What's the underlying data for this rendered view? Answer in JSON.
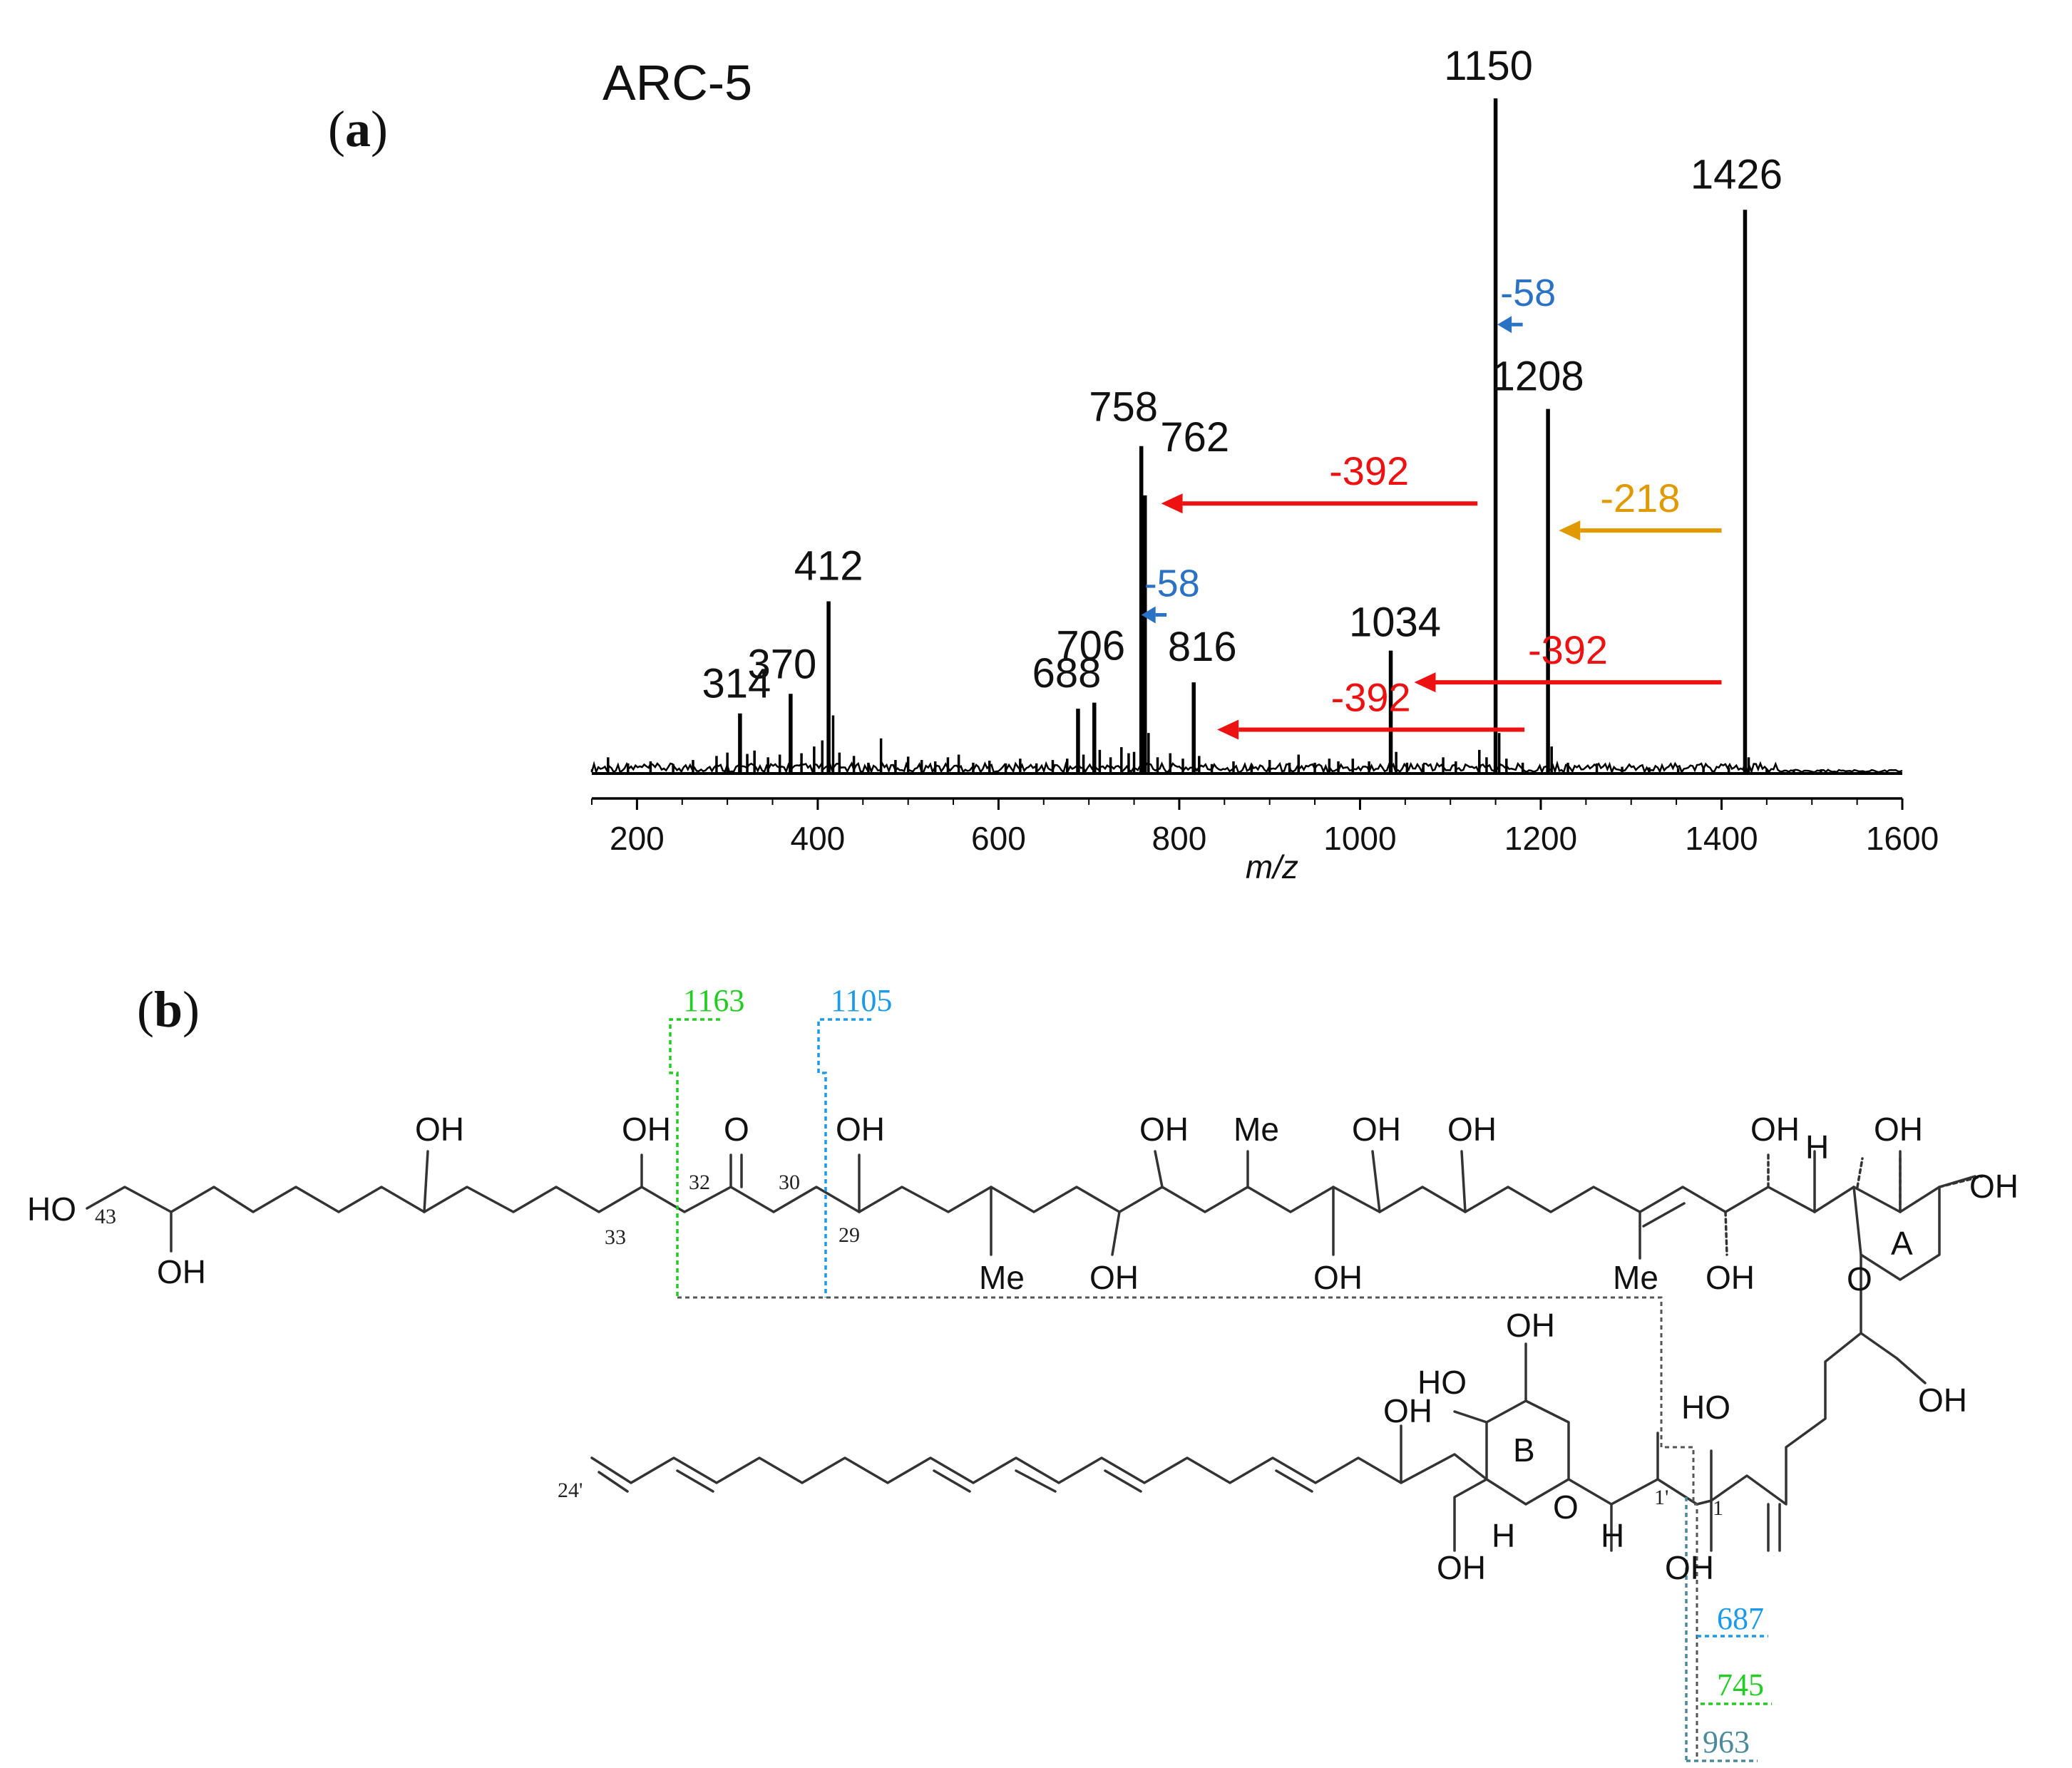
{
  "panel_a": {
    "label_open": "(",
    "label_letter": "a",
    "label_close": ")",
    "sample": "ARC-5"
  },
  "panel_b": {
    "label_open": "(",
    "label_letter": "b",
    "label_close": ")"
  },
  "chart_data": {
    "type": "bar",
    "xlabel": "m/z",
    "xlim": [
      150,
      1600
    ],
    "ylim": [
      0,
      100
    ],
    "xticks": [
      200,
      400,
      600,
      800,
      1000,
      1200,
      1400,
      1600
    ],
    "grid": false,
    "legend": "none",
    "peaks": [
      {
        "x": 314,
        "y": 8.9,
        "label": "314"
      },
      {
        "x": 370,
        "y": 11.8,
        "label": "370"
      },
      {
        "x": 412,
        "y": 25.5,
        "label": "412"
      },
      {
        "x": 688,
        "y": 9.6,
        "label": "688"
      },
      {
        "x": 706,
        "y": 10.5,
        "label": "706"
      },
      {
        "x": 758,
        "y": 48.5,
        "label": "758"
      },
      {
        "x": 762,
        "y": 41.2,
        "label": "762"
      },
      {
        "x": 816,
        "y": 13.5,
        "label": "816"
      },
      {
        "x": 1034,
        "y": 18.2,
        "label": "1034"
      },
      {
        "x": 1150,
        "y": 100,
        "label": "1150"
      },
      {
        "x": 1208,
        "y": 54.0,
        "label": "1208"
      },
      {
        "x": 1426,
        "y": 83.5,
        "label": "1426"
      }
    ],
    "minor_peaks": [
      {
        "x": 168,
        "y": 2.4
      },
      {
        "x": 190,
        "y": 1.5
      },
      {
        "x": 215,
        "y": 1.8
      },
      {
        "x": 240,
        "y": 1.4
      },
      {
        "x": 262,
        "y": 2.0
      },
      {
        "x": 288,
        "y": 2.6
      },
      {
        "x": 300,
        "y": 3.1
      },
      {
        "x": 322,
        "y": 2.9
      },
      {
        "x": 330,
        "y": 3.4
      },
      {
        "x": 345,
        "y": 2.4
      },
      {
        "x": 358,
        "y": 2.8
      },
      {
        "x": 382,
        "y": 3.0
      },
      {
        "x": 396,
        "y": 4.0
      },
      {
        "x": 405,
        "y": 4.9
      },
      {
        "x": 417,
        "y": 8.6
      },
      {
        "x": 424,
        "y": 3.1
      },
      {
        "x": 440,
        "y": 2.6
      },
      {
        "x": 456,
        "y": 1.6
      },
      {
        "x": 470,
        "y": 5.2
      },
      {
        "x": 486,
        "y": 2.0
      },
      {
        "x": 500,
        "y": 2.5
      },
      {
        "x": 515,
        "y": 2.0
      },
      {
        "x": 530,
        "y": 1.8
      },
      {
        "x": 544,
        "y": 2.4
      },
      {
        "x": 556,
        "y": 2.8
      },
      {
        "x": 572,
        "y": 1.6
      },
      {
        "x": 590,
        "y": 1.9
      },
      {
        "x": 608,
        "y": 1.5
      },
      {
        "x": 624,
        "y": 2.2
      },
      {
        "x": 642,
        "y": 1.5
      },
      {
        "x": 660,
        "y": 2.0
      },
      {
        "x": 676,
        "y": 2.2
      },
      {
        "x": 694,
        "y": 2.8
      },
      {
        "x": 712,
        "y": 3.5
      },
      {
        "x": 724,
        "y": 2.4
      },
      {
        "x": 736,
        "y": 3.9
      },
      {
        "x": 744,
        "y": 3.0
      },
      {
        "x": 750,
        "y": 3.2
      },
      {
        "x": 766,
        "y": 6.0
      },
      {
        "x": 776,
        "y": 2.4
      },
      {
        "x": 790,
        "y": 3.0
      },
      {
        "x": 804,
        "y": 2.2
      },
      {
        "x": 822,
        "y": 2.6
      },
      {
        "x": 836,
        "y": 1.4
      },
      {
        "x": 860,
        "y": 1.8
      },
      {
        "x": 880,
        "y": 1.4
      },
      {
        "x": 900,
        "y": 2.0
      },
      {
        "x": 922,
        "y": 1.6
      },
      {
        "x": 932,
        "y": 2.8
      },
      {
        "x": 950,
        "y": 1.6
      },
      {
        "x": 966,
        "y": 2.2
      },
      {
        "x": 976,
        "y": 1.8
      },
      {
        "x": 992,
        "y": 2.2
      },
      {
        "x": 1010,
        "y": 1.8
      },
      {
        "x": 1040,
        "y": 3.2
      },
      {
        "x": 1052,
        "y": 1.6
      },
      {
        "x": 1070,
        "y": 1.4
      },
      {
        "x": 1092,
        "y": 2.4
      },
      {
        "x": 1106,
        "y": 1.8
      },
      {
        "x": 1132,
        "y": 3.5
      },
      {
        "x": 1140,
        "y": 2.4
      },
      {
        "x": 1154,
        "y": 6.0
      },
      {
        "x": 1162,
        "y": 2.2
      },
      {
        "x": 1180,
        "y": 1.6
      },
      {
        "x": 1212,
        "y": 4.0
      },
      {
        "x": 1230,
        "y": 1.6
      },
      {
        "x": 1262,
        "y": 1.5
      },
      {
        "x": 1290,
        "y": 1.0
      },
      {
        "x": 1320,
        "y": 0.9
      },
      {
        "x": 1352,
        "y": 0.8
      },
      {
        "x": 1380,
        "y": 0.8
      },
      {
        "x": 1408,
        "y": 0.9
      },
      {
        "x": 1430,
        "y": 2.4
      },
      {
        "x": 1450,
        "y": 0.7
      },
      {
        "x": 1480,
        "y": 0.6
      },
      {
        "x": 1510,
        "y": 0.6
      }
    ],
    "annotations": [
      {
        "text": "-392",
        "color": "#ee1111",
        "from": 1130,
        "to": 780,
        "y": 40.0
      },
      {
        "text": "-218",
        "color": "#e09a00",
        "from": 1400,
        "to": 1220,
        "y": 36.0
      },
      {
        "text": "-392",
        "color": "#ee1111",
        "from": 1400,
        "to": 1060,
        "y": 13.5
      },
      {
        "text": "-392",
        "color": "#ee1111",
        "from": 1182,
        "to": 842,
        "y": 6.5
      },
      {
        "text": "-58",
        "color": "#2b72c4",
        "from": 1180,
        "to": 1152,
        "y": 66.5
      },
      {
        "text": "-58",
        "color": "#2b72c4",
        "from": 786,
        "to": 758,
        "y": 23.5
      }
    ]
  },
  "structure": {
    "labels": [
      {
        "t": "HO"
      },
      {
        "t": "43"
      },
      {
        "t": "OH"
      },
      {
        "t": "OH"
      },
      {
        "t": "OH"
      },
      {
        "t": "33"
      },
      {
        "t": "32"
      },
      {
        "t": "O"
      },
      {
        "t": "30"
      },
      {
        "t": "29"
      },
      {
        "t": "OH"
      },
      {
        "t": "Me"
      },
      {
        "t": "OH"
      },
      {
        "t": "OH"
      },
      {
        "t": "Me"
      },
      {
        "t": "OH"
      },
      {
        "t": "OH"
      },
      {
        "t": "OH"
      },
      {
        "t": "Me"
      },
      {
        "t": "OH"
      },
      {
        "t": "OH"
      },
      {
        "t": "H"
      },
      {
        "t": "OH"
      },
      {
        "t": "OH"
      },
      {
        "t": "O"
      },
      {
        "t": "A"
      },
      {
        "t": "OH"
      },
      {
        "t": "OH"
      },
      {
        "t": "HO"
      },
      {
        "t": "OH"
      },
      {
        "t": "B"
      },
      {
        "t": "O"
      },
      {
        "t": "H"
      },
      {
        "t": "H"
      },
      {
        "t": "OH"
      },
      {
        "t": "1'"
      },
      {
        "t": "1"
      },
      {
        "t": "HO"
      },
      {
        "t": "OH"
      },
      {
        "t": "24'"
      }
    ],
    "fragments": [
      {
        "text": "1163",
        "color": "#22cc22"
      },
      {
        "text": "1105",
        "color": "#1b9ae8"
      },
      {
        "text": "687",
        "color": "#1b9ae8"
      },
      {
        "text": "745",
        "color": "#22cc22"
      },
      {
        "text": "963",
        "color": "#4a8a9a"
      }
    ],
    "ring_label_color": "#e02020"
  }
}
